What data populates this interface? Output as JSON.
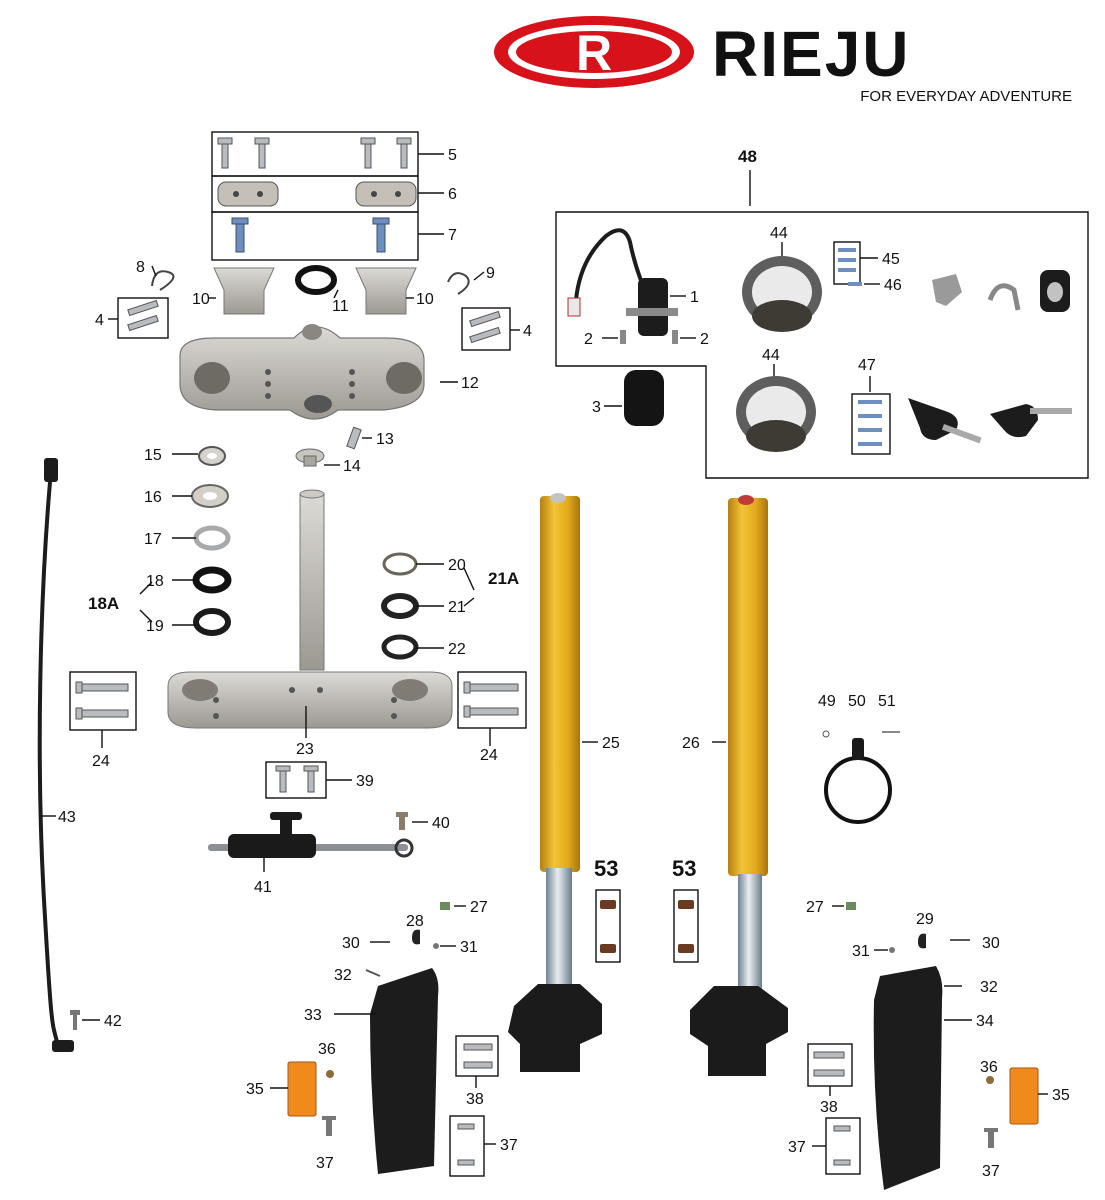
{
  "brand": {
    "name": "RIEJU",
    "logo_letter": "R",
    "tagline": "FOR EVERYDAY ADVENTURE",
    "logo_color": "#d8121b"
  },
  "colors": {
    "fork_tube": "#e2a91b",
    "aluminum": "#b9b6b0",
    "dark_plastic": "#1c1c1c",
    "reflector": "#f08a1c"
  },
  "labels": {
    "p1": "1",
    "p2a": "2",
    "p2b": "2",
    "p3": "3",
    "p4a": "4",
    "p4b": "4",
    "p5": "5",
    "p6": "6",
    "p7": "7",
    "p8": "8",
    "p9": "9",
    "p10a": "10",
    "p10b": "10",
    "p11": "11",
    "p12": "12",
    "p13": "13",
    "p14": "14",
    "p15": "15",
    "p16": "16",
    "p17": "17",
    "p18": "18",
    "p18A": "18A",
    "p19": "19",
    "p20": "20",
    "p21": "21",
    "p21A": "21A",
    "p22": "22",
    "p23": "23",
    "p24a": "24",
    "p24b": "24",
    "p25": "25",
    "p26": "26",
    "p27a": "27",
    "p27b": "27",
    "p28": "28",
    "p29": "29",
    "p30a": "30",
    "p30b": "30",
    "p31a": "31",
    "p31b": "31",
    "p32a": "32",
    "p32b": "32",
    "p33": "33",
    "p34": "34",
    "p35a": "35",
    "p35b": "35",
    "p36a": "36",
    "p36b": "36",
    "p37a": "37",
    "p37b": "37",
    "p37c": "37",
    "p37d": "37",
    "p38a": "38",
    "p38b": "38",
    "p39": "39",
    "p40": "40",
    "p41": "41",
    "p42": "42",
    "p43": "43",
    "p44a": "44",
    "p44b": "44",
    "p45": "45",
    "p46": "46",
    "p47": "47",
    "p48": "48",
    "p49": "49",
    "p50": "50",
    "p51": "51",
    "p53a": "53",
    "p53b": "53"
  }
}
